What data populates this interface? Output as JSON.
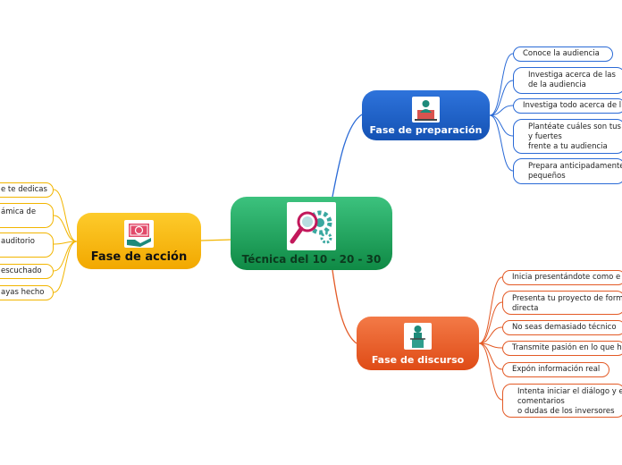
{
  "central": {
    "title": "Técnica del 10 - 20 - 30",
    "icon": "magnifier-gears-icon",
    "color": "#1aa05a"
  },
  "branches": {
    "preparation": {
      "title": "Fase de preparación",
      "icon": "presenter-icon",
      "color": "#2a6ad6",
      "items": [
        "Conoce la audiencia",
        "Investiga acerca de las\nde la audiencia",
        "Investiga todo acerca de l",
        "Plantéate cuáles son tus\ny fuertes\nfrente a tu audiencia",
        "Prepara anticipadamente\npequeños"
      ]
    },
    "speech": {
      "title": "Fase de discurso",
      "icon": "speaker-podium-icon",
      "color": "#e35a26",
      "items": [
        "Inicia presentándote como e",
        "Presenta tu proyecto de form\ndirecta",
        "No seas demasiado técnico",
        "Transmite pasión en lo que h",
        "Expón información real",
        "Intenta iniciar el diálogo y e\ncomentarios\no dudas de los inversores"
      ]
    },
    "action": {
      "title": "Fase de acción",
      "icon": "money-hand-icon",
      "color": "#f2b500",
      "items": [
        "e te dedicas",
        "ámica de",
        "auditorio",
        "escuchado",
        "ayas hecho"
      ]
    }
  }
}
